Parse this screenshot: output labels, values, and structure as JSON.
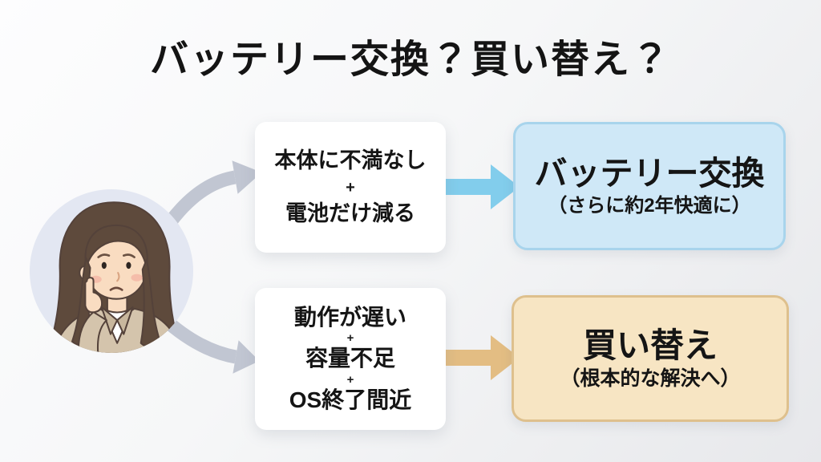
{
  "title": "バッテリー交換？買い替え？",
  "persona": {
    "illustration": "thinking-woman"
  },
  "paths": {
    "battery": {
      "conditions": {
        "lines": [
          "本体に不満なし",
          "+",
          "電池だけ減る"
        ]
      },
      "result": {
        "title": "バッテリー交換",
        "subtitle": "（さらに約2年快適に）"
      }
    },
    "replace": {
      "conditions": {
        "lines": [
          "動作が遅い",
          "+",
          "容量不足",
          "+",
          "OS終了間近"
        ]
      },
      "result": {
        "title": "買い替え",
        "subtitle": "（根本的な解決へ）"
      }
    }
  },
  "colors": {
    "background_start": "#fdfdfe",
    "background_end": "#e7e8eb",
    "circle_fill": "#e3e7f2",
    "gray_arrow": "#c1c6d2",
    "blue_arrow": "#82cdec",
    "tan_arrow": "#e3bd83",
    "battery_box_fill": "#cfe8f7",
    "battery_box_border": "#a8d4ec",
    "replace_box_fill": "#f7e5c3",
    "replace_box_border": "#dec08d",
    "text": "#151515"
  }
}
